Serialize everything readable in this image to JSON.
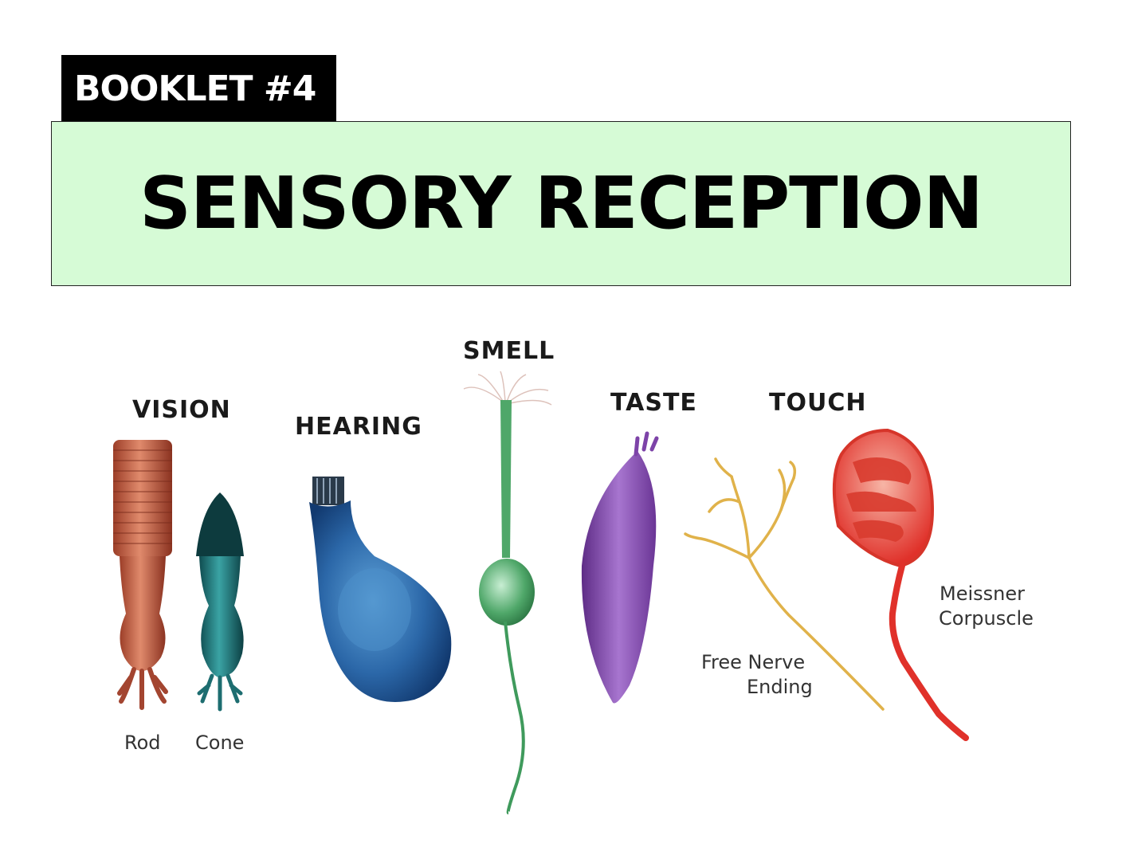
{
  "header": {
    "booklet_label": "BOOKLET #4",
    "title": "SENSORY RECEPTION"
  },
  "diagram": {
    "senses": [
      {
        "label": "VISION",
        "cells": [
          "Rod",
          "Cone"
        ],
        "colors": [
          "#c9664a",
          "#1f7b7e"
        ]
      },
      {
        "label": "HEARING",
        "color": "#2b67a8"
      },
      {
        "label": "SMELL",
        "color": "#3f9a5c"
      },
      {
        "label": "TASTE",
        "color": "#8b4fb4"
      },
      {
        "label": "TOUCH",
        "cells": [
          "Free Nerve Ending",
          "Meissner Corpuscle"
        ],
        "colors": [
          "#e0b24a",
          "#e0312a"
        ]
      }
    ],
    "touch_sublabels": {
      "free_nerve_line1": "Free Nerve",
      "free_nerve_line2": "Ending",
      "meissner_line1": "Meissner",
      "meissner_line2": "Corpuscle"
    }
  }
}
